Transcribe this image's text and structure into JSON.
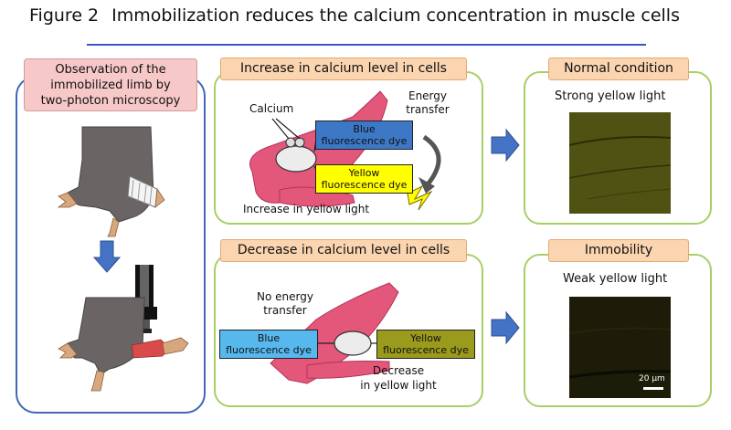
{
  "title": {
    "figure": "Figure 2",
    "text": "Immobilization reduces the calcium concentration in muscle cells"
  },
  "left": {
    "heading_line1": "Observation of the",
    "heading_line2": "immobilized limb by",
    "heading_line3": "two-photon microscopy"
  },
  "increase": {
    "heading": "Increase in calcium level in cells",
    "calcium": "Calcium",
    "energy_line1": "Energy",
    "energy_line2": "transfer",
    "blue_line1": "Blue",
    "blue_line2": "fluorescence dye",
    "yellow_line1": "Yellow",
    "yellow_line2": "fluorescence dye",
    "result": "Increase in yellow light"
  },
  "decrease": {
    "heading": "Decrease in calcium level in cells",
    "noenergy_line1": "No energy",
    "noenergy_line2": "transfer",
    "blue_line1": "Blue",
    "blue_line2": "fluorescence dye",
    "yellow_line1": "Yellow",
    "yellow_line2": "fluorescence dye",
    "result_line1": "Decrease",
    "result_line2": "in yellow light"
  },
  "normal": {
    "heading": "Normal condition",
    "caption": "Strong yellow light"
  },
  "immobility": {
    "heading": "Immobility",
    "caption": "Weak yellow light",
    "scale": "20 μm"
  },
  "colors": {
    "blue_dye": "#3d78c6",
    "blue_dye_light": "#57b8ee",
    "yellow_dye": "#ffff00",
    "olive_dye": "#9a9a1c",
    "muscle": "#e2577a",
    "arrow": "#4472c4"
  }
}
